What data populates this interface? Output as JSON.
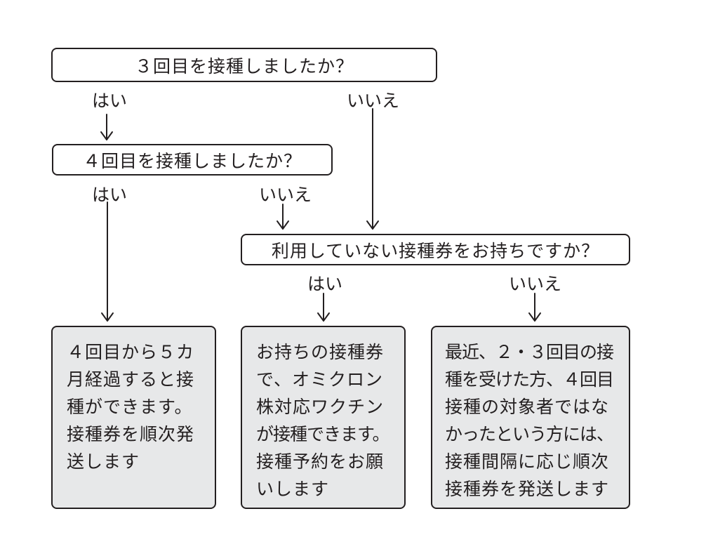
{
  "questions": {
    "q1": "３回目を接種しましたか？",
    "q2": "４回目を接種しましたか？",
    "q3": "利用していない接種券をお持ちですか？"
  },
  "answers": {
    "q1_yes": "はい",
    "q1_no": "いいえ",
    "q2_yes": "はい",
    "q2_no": "いいえ",
    "q3_yes": "はい",
    "q3_no": "いいえ"
  },
  "results": {
    "r1": [
      "４回目から５カ",
      "月経過すると接",
      "種ができます。",
      "接種券を順次発",
      "送します"
    ],
    "r2": [
      "お持ちの接種券",
      "で、オミクロン",
      "株対応ワクチン",
      "が接種できます。",
      "接種予約をお願",
      "いします"
    ],
    "r3": [
      "最近、２・３回目の接",
      "種を受けた方、４回目",
      "接種の対象者ではな",
      "かったという方には、",
      "接種間隔に応じ順次",
      "接種券を発送します"
    ]
  }
}
